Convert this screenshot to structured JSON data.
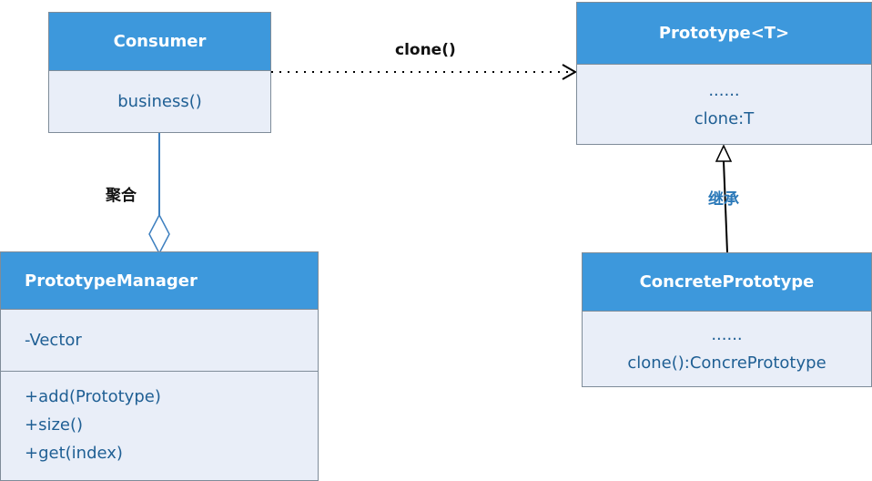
{
  "consumer": {
    "title": "Consumer",
    "methods": [
      "business()"
    ]
  },
  "prototype": {
    "title": "Prototype<T>",
    "members": [
      "......",
      "clone:T"
    ]
  },
  "concrete": {
    "title": "ConcretePrototype",
    "members": [
      "......",
      "clone():ConcrePrototype"
    ]
  },
  "manager": {
    "title": "PrototypeManager",
    "fields": [
      "-Vector"
    ],
    "methods": [
      "+add(Prototype)",
      "+size()",
      "+get(index)"
    ]
  },
  "relations": {
    "dependency_label": "clone()",
    "aggregation_label": "聚合",
    "inheritance_label": "继承"
  },
  "colors": {
    "header": "#3d98dc",
    "body": "#e9eef8",
    "member_text": "#1f5f94",
    "line": "#3d7fbf",
    "border": "#7f8c99"
  }
}
